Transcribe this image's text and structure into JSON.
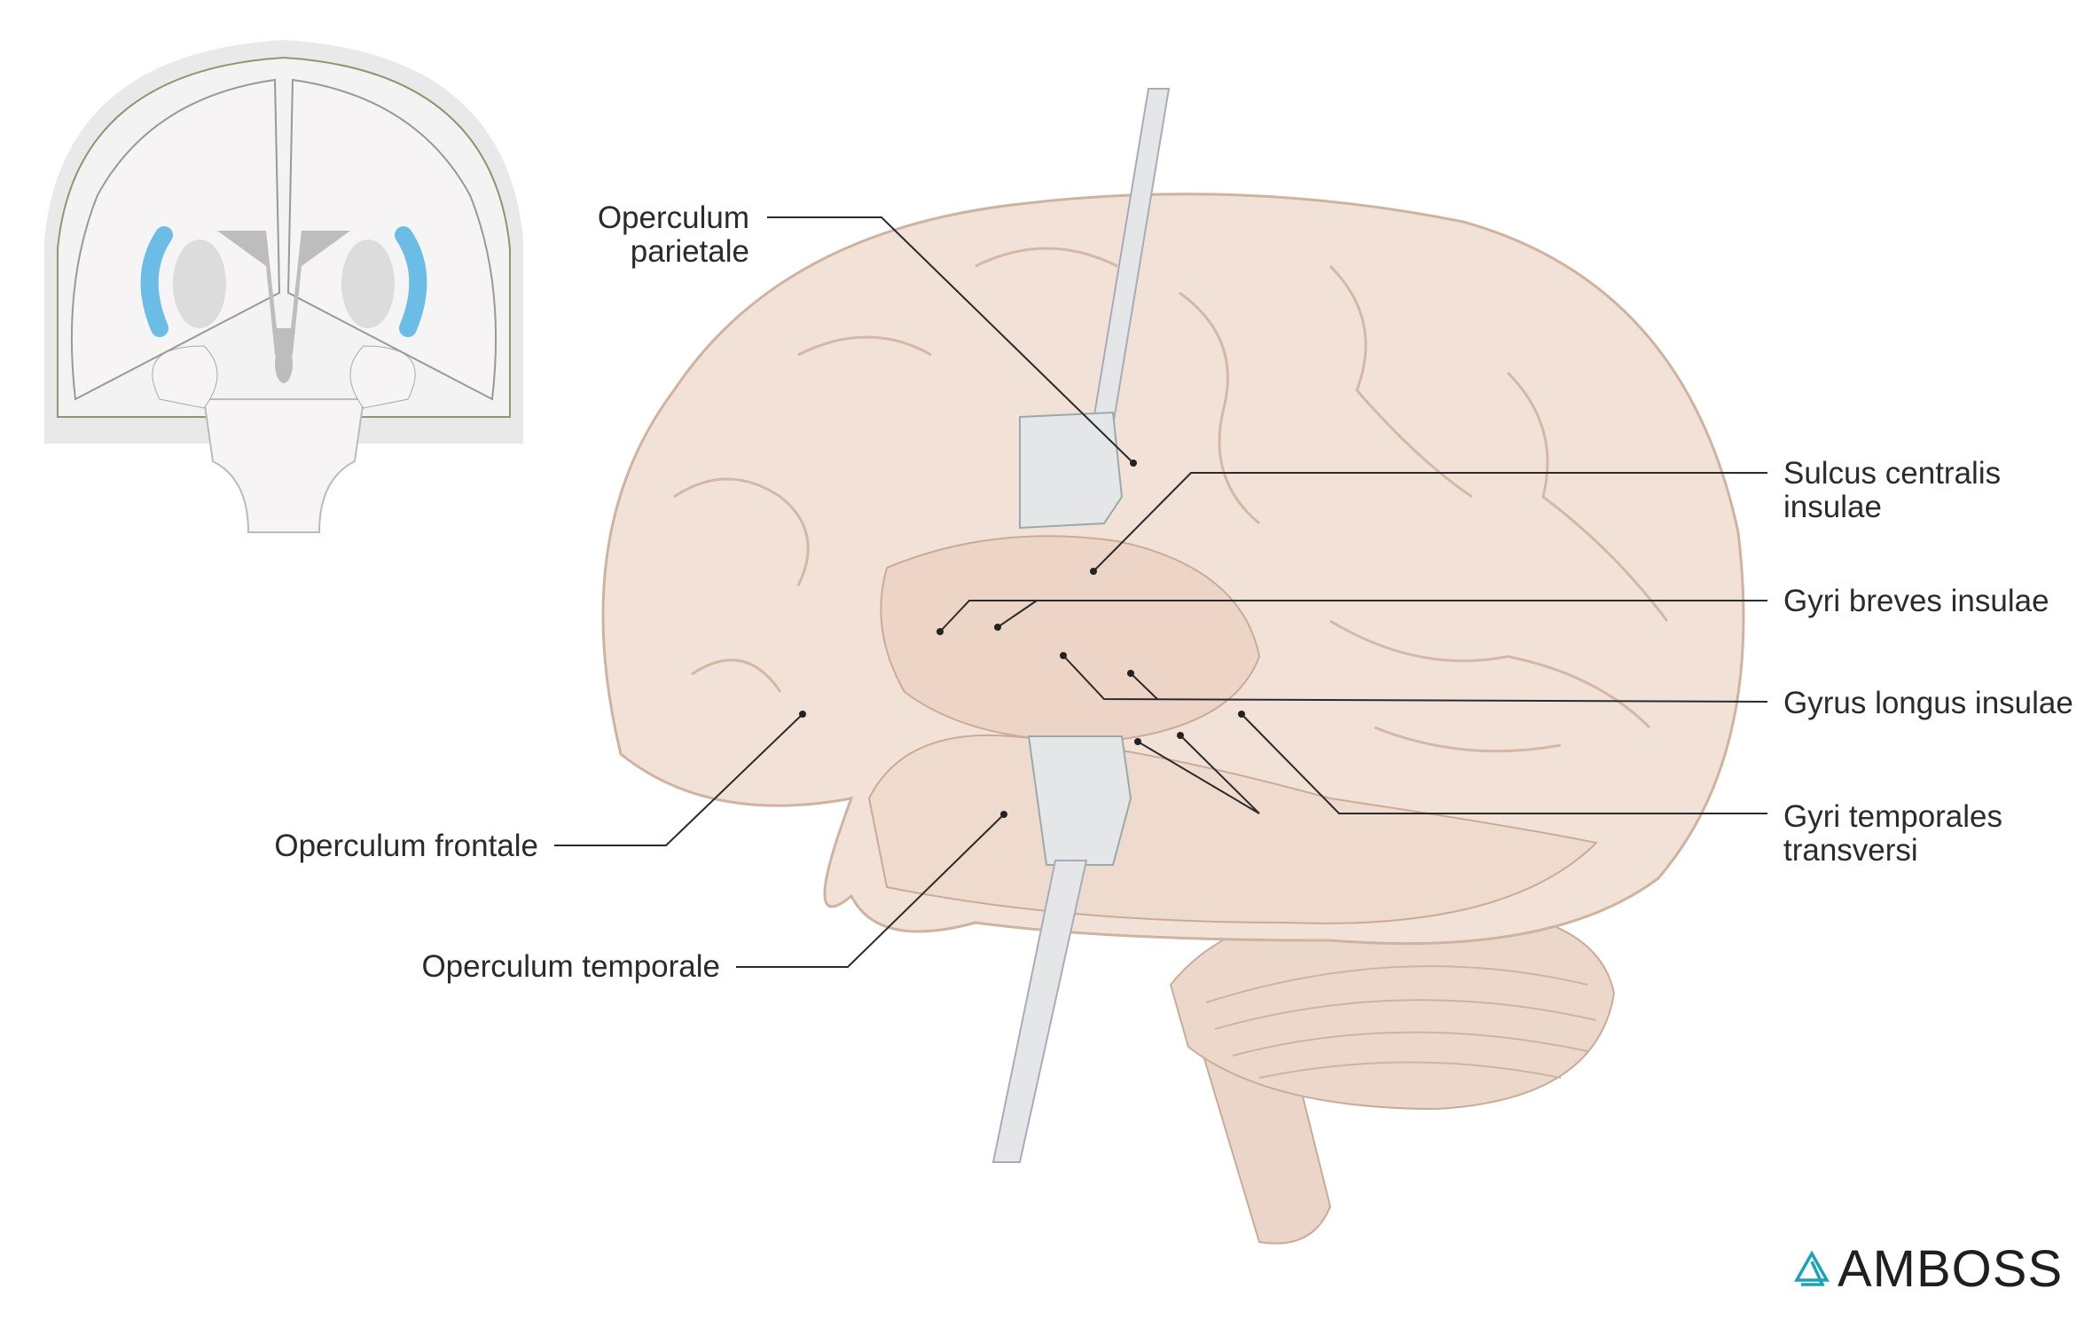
{
  "labels": {
    "operculum_parietale": [
      "Operculum",
      "parietale"
    ],
    "sulcus_centralis_insulae": [
      "Sulcus centralis",
      "insulae"
    ],
    "gyri_breves_insulae": "Gyri breves insulae",
    "gyrus_longus_insulae": "Gyrus longus insulae",
    "gyri_temporales_transversi": [
      "Gyri temporales",
      "transversi"
    ],
    "operculum_frontale": "Operculum frontale",
    "operculum_temporale": "Operculum temporale"
  },
  "logo": {
    "text": "AMBOSS",
    "color": "#1aa3b8"
  },
  "colors": {
    "brain": "#f2e1d6",
    "brain_shadow": "#d9bfae",
    "insula_highlight": "#6cbde6",
    "retractor": "#e4e6e8"
  }
}
